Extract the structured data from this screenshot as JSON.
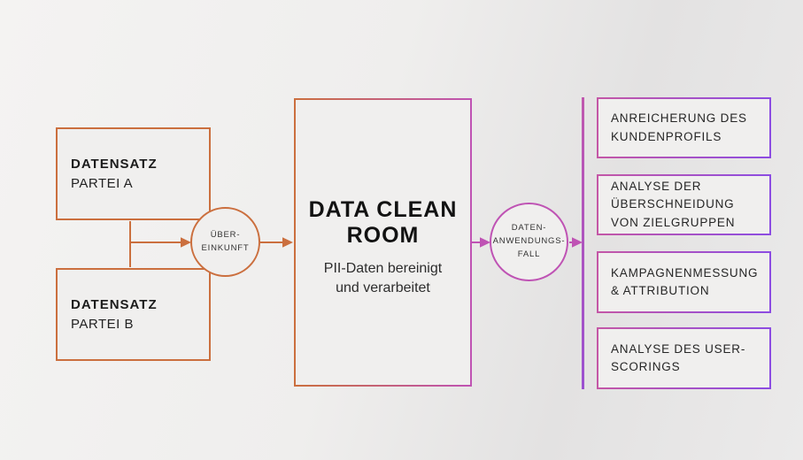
{
  "diagram": {
    "party_a": {
      "title": "DATENSATZ",
      "subtitle": "PARTEI A"
    },
    "party_b": {
      "title": "DATENSATZ",
      "subtitle": "PARTEI B"
    },
    "agreement_node": {
      "line1": "ÜBER-",
      "line2": "EINKUNFT"
    },
    "clean_room": {
      "title_line1": "DATA CLEAN",
      "title_line2": "ROOM",
      "subtitle_line1": "PII-Daten bereinigt",
      "subtitle_line2": "und verarbeitet"
    },
    "use_case_node": {
      "line1": "DATEN-",
      "line2": "ANWENDUNGS-",
      "line3": "FALL"
    },
    "use_cases": [
      {
        "label": "ANREICHERUNG DES KUNDENPROFILS"
      },
      {
        "label": "ANALYSE DER ÜBERSCHNEIDUNG VON ZIELGRUPPEN"
      },
      {
        "label": "KAMPAGNENMESSUNG & ATTRIBUTION"
      },
      {
        "label": "ANALYSE DES USER-SCORINGS"
      }
    ],
    "colors": {
      "orange": "#cb6f3e",
      "magenta": "#bf53b4",
      "violet": "#8c4ce2",
      "pink": "#c457a6",
      "text_dark": "#1b1b1b",
      "background": "#efeeed"
    }
  }
}
